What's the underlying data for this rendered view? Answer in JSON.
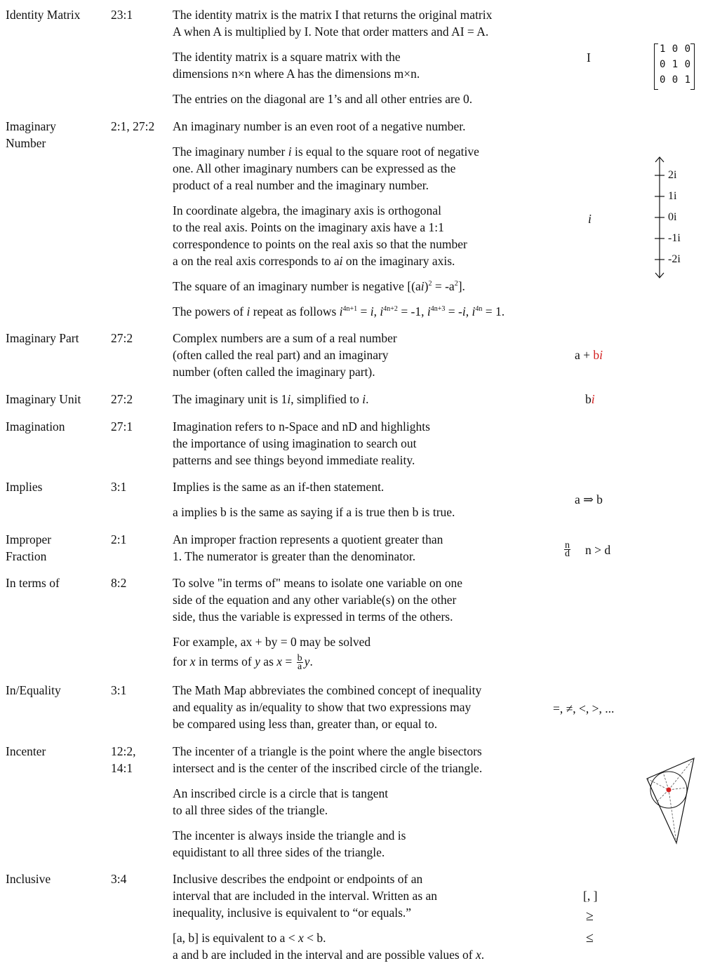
{
  "entries": [
    {
      "term": "Identity Matrix",
      "ref": "23:1",
      "desc": [
        [
          "The identity matrix is the matrix I that returns the original matrix",
          "A when A is multiplied by I. Note that order matters and AI = A."
        ],
        [
          "The identity matrix is a square matrix with the",
          "dimensions n×n where A has the dimensions m×n."
        ],
        [
          "The entries on the diagonal are 1’s and all other entries are 0."
        ]
      ],
      "symbol": "I"
    },
    {
      "term": "Imaginary",
      "term2": "Number",
      "ref": "2:1, 27:2",
      "desc": [
        [
          "An imaginary number is an even root of a negative number."
        ],
        [
          "one. All other imaginary numbers can be expressed as the",
          "product of a real number and the imaginary number."
        ],
        [
          "In coordinate algebra, the imaginary axis is orthogonal",
          "to the real axis. Points on the imaginary axis have a 1:1",
          "correspondence to points on the real axis so that the number"
        ],
        [
          "The square of an imaginary number is negative [(a"
        ]
      ],
      "symbol": "i"
    },
    {
      "term": "Imaginary Part",
      "ref": "27:2",
      "desc": [
        [
          "Complex numbers are a sum of a real number",
          "(often called the real part) and an imaginary",
          "number (often called the imaginary part)."
        ]
      ],
      "symbol_a": "a + ",
      "symbol_b": "b",
      "symbol_i": "i"
    },
    {
      "term": "Imaginary Unit",
      "ref": "27:2",
      "desc": [
        [
          "The imaginary unit is 1"
        ]
      ],
      "symbol_b": "b",
      "symbol_i": "i"
    },
    {
      "term": "Imagination",
      "ref": "27:1",
      "desc": [
        [
          "Imagination refers to n-Space and nD and highlights",
          "the importance of using imagination to search out",
          "patterns and see things beyond immediate reality."
        ]
      ]
    },
    {
      "term": "Implies",
      "ref": "3:1",
      "desc": [
        [
          "Implies is the same as an if-then statement."
        ],
        [
          "a implies b is the same as saying if a is true then b is true."
        ]
      ],
      "symbol": "a ⇒ b"
    },
    {
      "term": "Improper",
      "term2": "Fraction",
      "ref": "2:1",
      "desc": [
        [
          "An improper fraction represents a quotient greater than",
          "1. The numerator is greater than the denominator."
        ]
      ],
      "frac_num": "n",
      "frac_den": "d",
      "symbol": "n > d"
    },
    {
      "term": "In terms of",
      "ref": "8:2",
      "desc": [
        [
          "To solve \"in terms of\" means to isolate one variable on one",
          "side of the equation and any other variable(s) on the other",
          "side, thus the variable is expressed in terms of the others."
        ],
        [
          "For example, ax + by = 0 may be solved"
        ]
      ]
    },
    {
      "term": "In/Equality",
      "ref": "3:1",
      "desc": [
        [
          "The Math Map abbreviates the combined concept of inequality",
          "and equality as in/equality to show that two expressions may",
          "be compared using less than, greater than, or equal to."
        ]
      ],
      "symbol": "=, ≠, <, >, ..."
    },
    {
      "term": "Incenter",
      "ref": "12:2,",
      "ref2": "14:1",
      "desc": [
        [
          "The incenter of a triangle is the point where the angle bisectors",
          "intersect and is the center of the inscribed circle of the triangle."
        ],
        [
          "An inscribed circle is a circle that is tangent",
          "to all three sides of the triangle."
        ],
        [
          "The incenter is always inside the triangle and is",
          "equidistant to all three sides of the triangle."
        ]
      ]
    },
    {
      "term": "Inclusive",
      "ref": "3:4",
      "desc": [
        [
          "Inclusive describes the endpoint or endpoints of an",
          "interval that are included in the interval. Written as an",
          "inequality, inclusive is equivalent to “or equals.”"
        ]
      ],
      "symbols": [
        "[, ]",
        "≥",
        "≤"
      ]
    }
  ],
  "identity_matrix": {
    "rows": [
      [
        "1",
        "0",
        "0"
      ],
      [
        "0",
        "1",
        "0"
      ],
      [
        "0",
        "0",
        "1"
      ]
    ]
  },
  "imag_axis": {
    "labels": [
      "2i",
      "1i",
      "0i",
      "-1i",
      "-2i"
    ]
  },
  "inline": {
    "imag_p2a": "The imaginary number ",
    "imag_p2b": "i",
    "imag_p2c": " is equal to the square root of negative",
    "imag_p3d_a": "a on the real axis corresponds to a",
    "imag_p3d_b": "i",
    "imag_p3d_c": " on the imaginary axis.",
    "imag_sq_a": "i",
    "imag_sq_b": ")",
    "imag_sq_sup1": "2",
    "imag_sq_c": " = -a",
    "imag_sq_sup2": "2",
    "imag_sq_d": "].",
    "powers_a": "The powers of ",
    "powers_i": "i",
    "powers_b": " repeat as follows ",
    "pw1_i": "i",
    "pw1_sup": "4n+1",
    "pw1_eq": " = ",
    "pw1_v": "i",
    "sep": ", ",
    "pw2_i": "i",
    "pw2_sup": "4n+2",
    "pw2_eq": " = -1, ",
    "pw3_i": "i",
    "pw3_sup": "4n+3",
    "pw3_eq": " = -",
    "pw3_v": "i",
    "pw4_i": "i",
    "pw4_sup": "4n",
    "pw4_eq": " = 1.",
    "unit_i1": "i",
    "unit_c": ", simplified to ",
    "unit_i2": "i",
    "unit_d": ".",
    "ex_a": "for ",
    "ex_x": "x",
    "ex_b": " in terms of ",
    "ex_y": "y",
    "ex_c": " as ",
    "ex_x2": "x",
    " ex_eq": " = ",
    "ex_fn": "b",
    "ex_fd": "a",
    "ex_y2": "y",
    "ex_dot": ".",
    "incl_a": "[a, b] is equivalent to a < ",
    "incl_x": "x",
    "incl_b": " < b.",
    "incl_c": "a and b are included in the interval and are possible values of ",
    "incl_x2": "x",
    "incl_d": "."
  }
}
